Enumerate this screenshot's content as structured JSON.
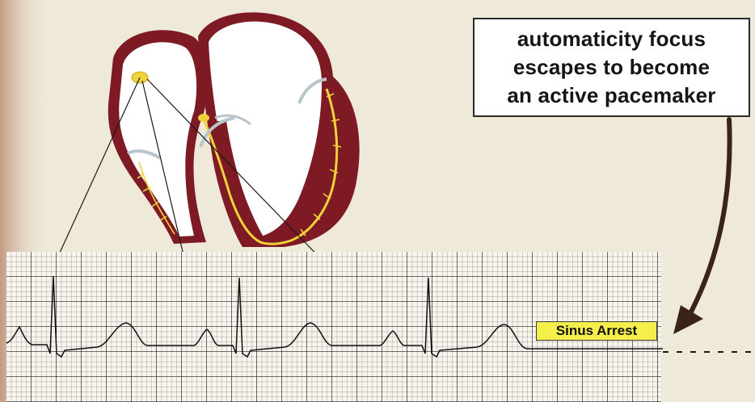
{
  "callout": {
    "lines": [
      "automaticity focus",
      "escapes to become",
      "an active pacemaker"
    ]
  },
  "ecg_label": {
    "text": "Sinus Arrest",
    "bg_color": "#f4ef4a"
  },
  "colors": {
    "paper": "#eee9d8",
    "heart_wall": "#7d1a24",
    "conduction": "#f0d23a",
    "grid": "#1b1b1b",
    "trace": "#121212",
    "arrow": "#3a2418"
  }
}
